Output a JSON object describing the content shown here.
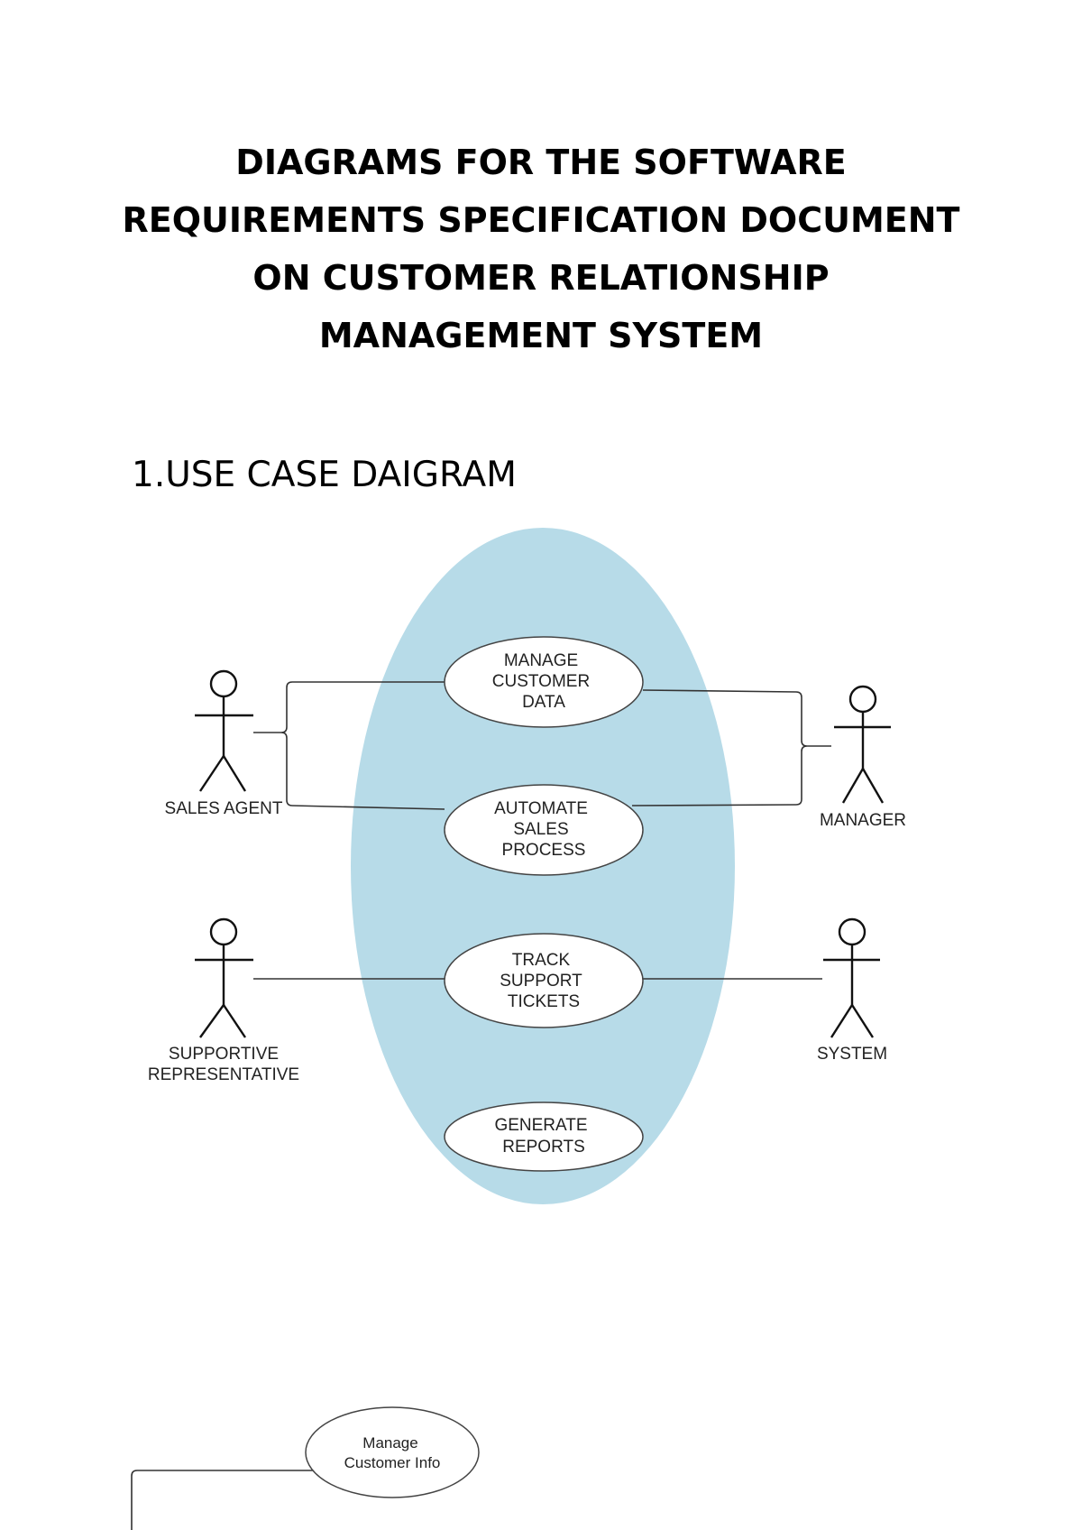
{
  "title": {
    "lines": [
      "DIAGRAMS FOR THE SOFTWARE",
      "REQUIREMENTS SPECIFICATION DOCUMENT",
      "ON CUSTOMER RELATIONSHIP",
      "MANAGEMENT SYSTEM"
    ]
  },
  "section": {
    "heading": "1.USE CASE DAIGRAM"
  },
  "use_case_diagram": {
    "boundary_color": "#b7dbe8",
    "actors": {
      "sales_agent": "SALES AGENT",
      "manager": "MANAGER",
      "support_rep": [
        "SUPPORTIVE",
        "REPRESENTATIVE"
      ],
      "system": "SYSTEM"
    },
    "use_cases": {
      "manage_customer_data": [
        "MANAGE",
        "CUSTOMER",
        "DATA"
      ],
      "automate_sales_process": [
        "AUTOMATE",
        "SALES",
        "PROCESS"
      ],
      "track_support_tickets": [
        "TRACK",
        "SUPPORT",
        "TICKETS"
      ],
      "generate_reports": [
        "GENERATE",
        "REPORTS"
      ]
    }
  },
  "second_diagram": {
    "use_cases": {
      "manage_customer_info": [
        "Manage",
        "Customer Info"
      ]
    }
  }
}
